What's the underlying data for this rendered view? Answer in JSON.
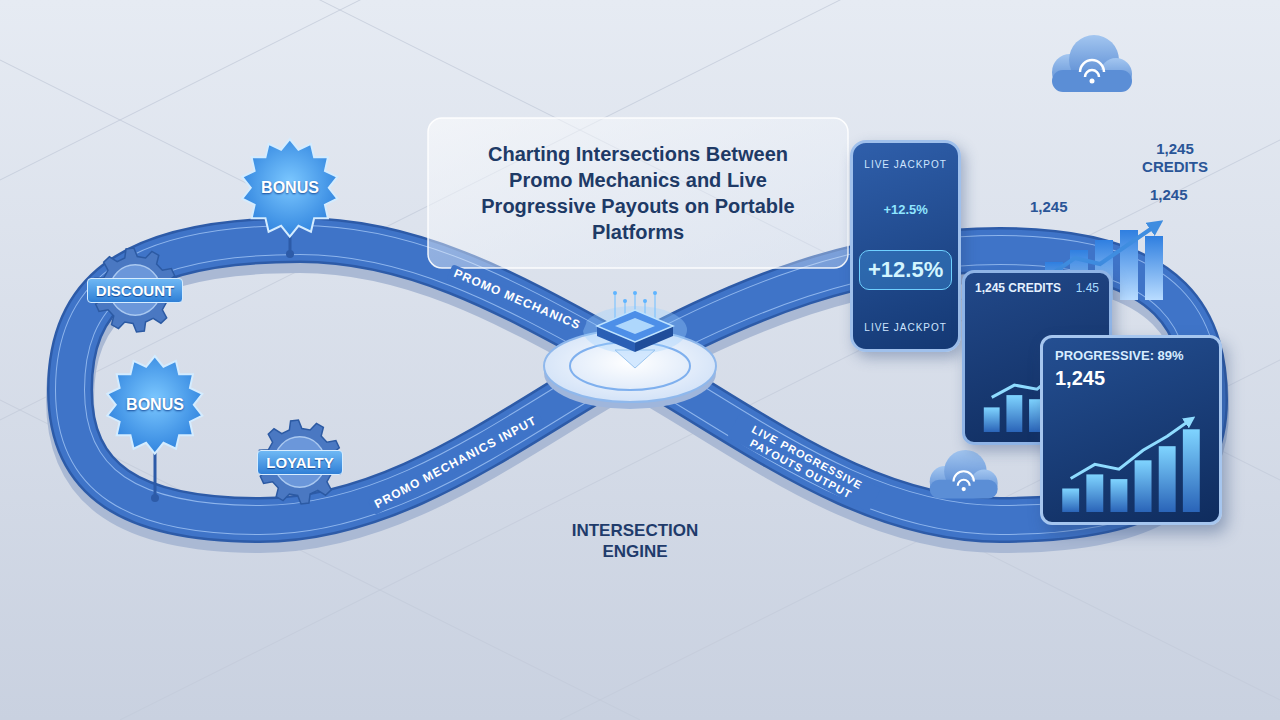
{
  "diagram": {
    "title": "Charting Intersections Between Promo Mechanics and Live Progressive Payouts on Portable Platforms",
    "nodes": [
      {
        "text": [
          "BONUS"
        ]
      },
      {
        "text": [
          "DISCOUNT"
        ]
      },
      {
        "text": [
          "BONUS"
        ]
      },
      {
        "text": [
          "LOYALTY"
        ]
      },
      {
        "text": [
          "INTERSECTION ENGINE"
        ]
      },
      {
        "text": [
          "LIVE JACKPOT",
          "+12.5%",
          "LIVE JACKPOT"
        ]
      },
      {
        "text": [
          "+12.5%"
        ],
        "in": 5
      },
      {
        "text": [
          "1,245 CREDITS",
          "1.45"
        ]
      },
      {
        "text": [
          "PROGRESSIVE: 89%",
          "1,245"
        ]
      }
    ],
    "labels": [
      "PROMO MECHANICS",
      "PROMO MECHANICS INPUT",
      "LIVE PROGRESSIVE PAYOUTS OUTPUT",
      "1,245 CREDITS",
      "1,245",
      "1,245"
    ]
  }
}
